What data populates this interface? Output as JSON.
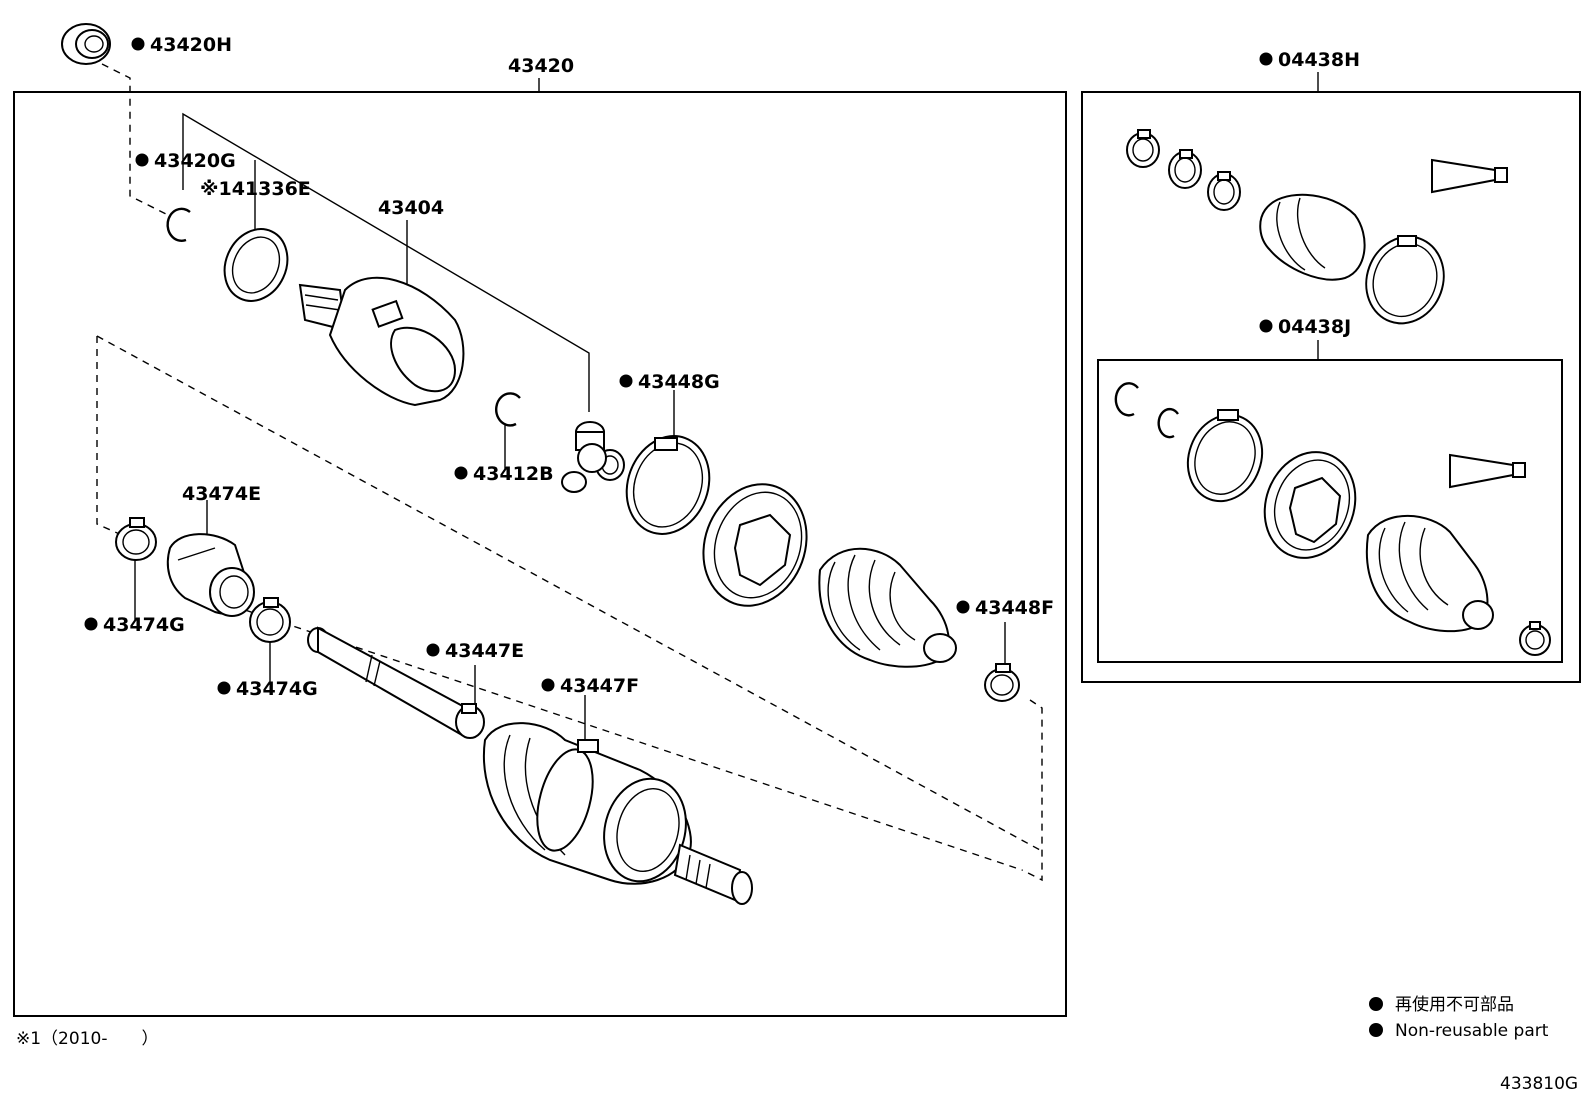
{
  "diagram": {
    "title_part": "43420",
    "callouts": [
      {
        "id": "c-43420H",
        "text": "43420H",
        "nonreusable": true
      },
      {
        "id": "c-43420G",
        "text": "43420G",
        "nonreusable": true
      },
      {
        "id": "c-41336E",
        "text": "※141336E",
        "nonreusable": false
      },
      {
        "id": "c-43404",
        "text": "43404",
        "nonreusable": false
      },
      {
        "id": "c-43448G",
        "text": "43448G",
        "nonreusable": true
      },
      {
        "id": "c-43412B",
        "text": "43412B",
        "nonreusable": true
      },
      {
        "id": "c-43474E",
        "text": "43474E",
        "nonreusable": false
      },
      {
        "id": "c-43474G-a",
        "text": "43474G",
        "nonreusable": true
      },
      {
        "id": "c-43474G-b",
        "text": "43474G",
        "nonreusable": true
      },
      {
        "id": "c-43447E",
        "text": "43447E",
        "nonreusable": true
      },
      {
        "id": "c-43447F",
        "text": "43447F",
        "nonreusable": true
      },
      {
        "id": "c-43448F",
        "text": "43448F",
        "nonreusable": true
      },
      {
        "id": "c-04438H",
        "text": "04438H",
        "nonreusable": true
      },
      {
        "id": "c-04438J",
        "text": "04438J",
        "nonreusable": true
      }
    ],
    "footnote": "※1（2010-　　）",
    "legend": {
      "japanese": "再使用不可部品",
      "english": "Non-reusable part"
    },
    "figure_code": "433810G"
  }
}
